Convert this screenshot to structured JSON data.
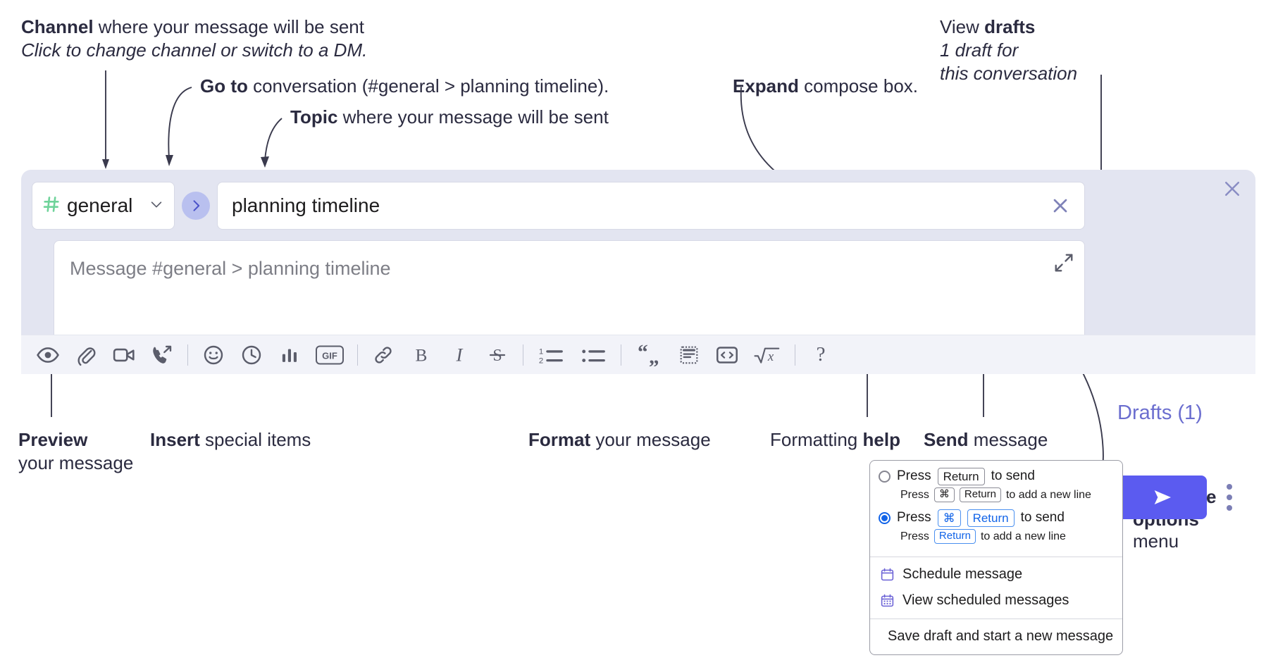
{
  "annotations": {
    "channel": {
      "line1_bold": "Channel",
      "line1_rest": " where your message will be sent",
      "line2_italic": "Click to change channel or switch to a DM."
    },
    "goto": {
      "bold": "Go to",
      "rest": " conversation (#general > planning timeline)."
    },
    "topic": {
      "bold": "Topic",
      "rest": " where your message will be sent"
    },
    "expand": {
      "bold": "Expand",
      "rest": " compose box."
    },
    "drafts": {
      "line1_plain": "View ",
      "line1_bold": "drafts",
      "line2_italic": "1 draft for",
      "line3_italic": "this conversation"
    },
    "preview": {
      "bold": "Preview",
      "line2": "your message"
    },
    "insert": {
      "bold": "Insert",
      "rest": " special items"
    },
    "format": {
      "bold": "Format",
      "rest": " your message"
    },
    "formatting_help": {
      "plain": "Formatting ",
      "bold": "help"
    },
    "send": {
      "bold": "Send",
      "rest": " message"
    },
    "compose_options": {
      "line1": "Compose",
      "line2": "options",
      "line3": "menu"
    }
  },
  "compose": {
    "channel_button": {
      "name": "general",
      "hash_icon": "hash-icon",
      "chevron_icon": "chevron-down-icon"
    },
    "goto_button": {
      "icon": "chevron-right-icon"
    },
    "topic_field": {
      "value": "planning timeline",
      "clear_icon": "close-icon"
    },
    "message_box": {
      "placeholder": "Message #general > planning timeline",
      "expand_icon": "expand-diagonal-icon"
    },
    "close_icon": "close-icon",
    "drafts_link": "Drafts (1)",
    "send_button": {
      "icon": "send-paper-plane-icon"
    },
    "options_button": {
      "icon": "kebab-menu-icon"
    },
    "toolbar": {
      "groups": [
        {
          "name": "preview",
          "items": [
            {
              "icon": "eye-icon",
              "label": "Preview"
            }
          ]
        },
        {
          "name": "insert",
          "items": [
            {
              "icon": "paperclip-icon",
              "label": "Attach file"
            },
            {
              "icon": "video-camera-icon",
              "label": "Record video clip"
            },
            {
              "icon": "phone-forward-icon",
              "label": "Record audio clip"
            }
          ]
        },
        {
          "name": "insert-special",
          "items": [
            {
              "icon": "emoji-smiley-icon",
              "label": "Emoji"
            },
            {
              "icon": "clock-icon",
              "label": "Reminder"
            },
            {
              "icon": "bar-chart-icon",
              "label": "Poll"
            },
            {
              "icon": "gif-icon",
              "label": "GIF"
            }
          ]
        },
        {
          "name": "format-basic",
          "items": [
            {
              "icon": "link-icon",
              "label": "Link"
            },
            {
              "icon": "bold-icon",
              "label": "Bold"
            },
            {
              "icon": "italic-icon",
              "label": "Italic"
            },
            {
              "icon": "strikethrough-icon",
              "label": "Strikethrough"
            }
          ]
        },
        {
          "name": "format-lists",
          "items": [
            {
              "icon": "ordered-list-icon",
              "label": "Ordered list"
            },
            {
              "icon": "bulleted-list-icon",
              "label": "Bulleted list"
            }
          ]
        },
        {
          "name": "format-blocks",
          "items": [
            {
              "icon": "blockquote-icon",
              "label": "Blockquote"
            },
            {
              "icon": "code-block-icon",
              "label": "Code block"
            },
            {
              "icon": "code-icon",
              "label": "Code"
            },
            {
              "icon": "math-sqrt-icon",
              "label": "Math"
            }
          ]
        },
        {
          "name": "help",
          "items": [
            {
              "icon": "question-mark-icon",
              "label": "?"
            }
          ]
        }
      ],
      "gif_label": "GIF",
      "bold_label": "B",
      "italic_label": "I",
      "help_label": "?",
      "ordered_one": "1",
      "ordered_two": "2"
    }
  },
  "options_menu": {
    "option_a": {
      "pre": "Press",
      "key": "Return",
      "post": "to send",
      "sub_pre": "Press",
      "sub_key1": "⌘",
      "sub_key2": "Return",
      "sub_post": "to add a new line",
      "selected": false
    },
    "option_b": {
      "pre": "Press",
      "key1": "⌘",
      "key2": "Return",
      "post": "to send",
      "sub_pre": "Press",
      "sub_key": "Return",
      "sub_post": "to add a new line",
      "selected": true
    },
    "items": [
      {
        "icon": "calendar-clock-icon",
        "label": "Schedule message"
      },
      {
        "icon": "calendar-grid-icon",
        "label": "View scheduled messages"
      },
      {
        "icon": "document-check-icon",
        "label": "Save draft and start a new message"
      }
    ]
  },
  "colors": {
    "compose_bg": "#e3e5f1",
    "accent_send": "#5b5bf0",
    "drafts_text": "#6b6ecf",
    "hash_green": "#6fd39a",
    "goto_circle": "#b9c0ef",
    "anno_text": "#2b2b40",
    "radio_blue": "#1264e8"
  }
}
